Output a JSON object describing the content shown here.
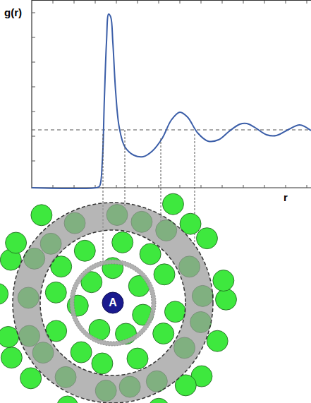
{
  "diagram": {
    "nodes": [
      {
        "text": [
          "A"
        ]
      }
    ],
    "labels": [
      "g(r)",
      "r"
    ]
  }
}
